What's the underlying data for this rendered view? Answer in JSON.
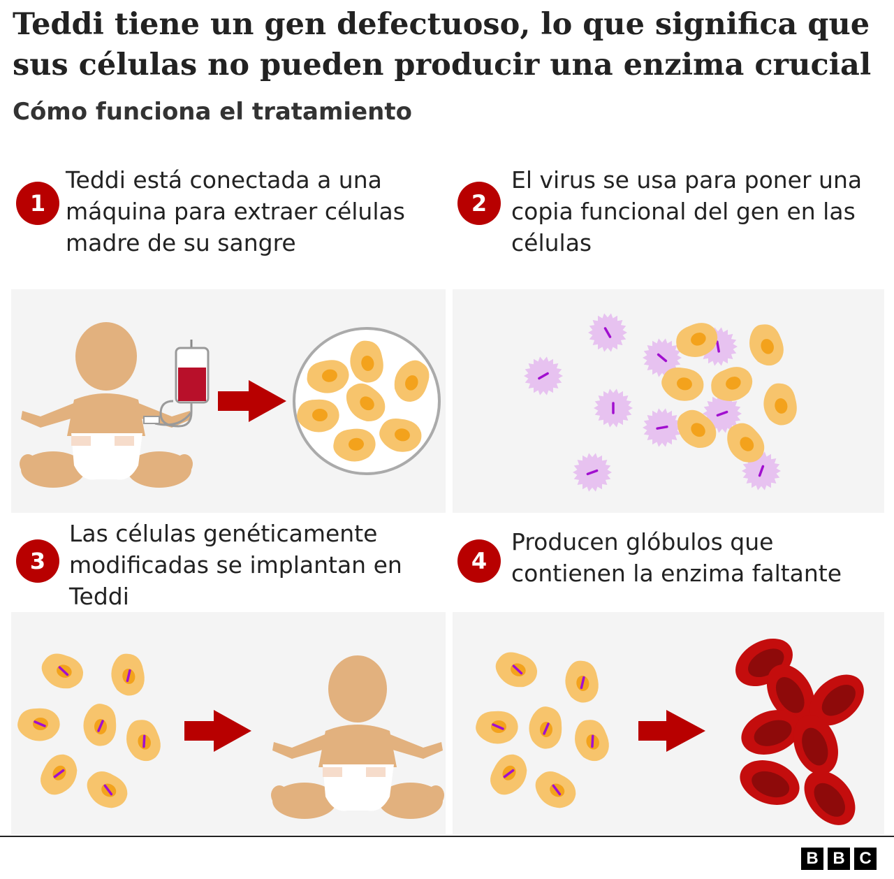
{
  "title": "Teddi tiene un gen defectuoso, lo que significa que sus células no pueden producir una enzima crucial",
  "subtitle": "Cómo funciona el tratamiento",
  "steps": [
    {
      "number": "1",
      "text": "Teddi está conectada a una máquina para extraer células madre de su sangre"
    },
    {
      "number": "2",
      "text": "El virus se usa para poner una copia funcional del gen en las células"
    },
    {
      "number": "3",
      "text": "Las células genéticamente modificadas se implantan en Teddi"
    },
    {
      "number": "4",
      "text": "Producen glóbulos que contienen la enzima faltante"
    }
  ],
  "logo": [
    "B",
    "B",
    "C"
  ],
  "colors": {
    "accent_red": "#b80000",
    "panel_bg": "#f4f4f4",
    "cell": "#f7c46c",
    "nucleus": "#f3a21c",
    "virus": "#e4b8ee",
    "gene_marker": "#a10fcf",
    "skin": "#e2b17e",
    "blood_cell": "#c40d0d",
    "blood_cell_center": "#8e0a0a"
  },
  "icons": [
    "baby-icon",
    "iv-bag-icon",
    "arrow-right-icon",
    "petri-dish-icon",
    "stem-cell-icon",
    "virus-icon",
    "red-blood-cell-icon"
  ]
}
